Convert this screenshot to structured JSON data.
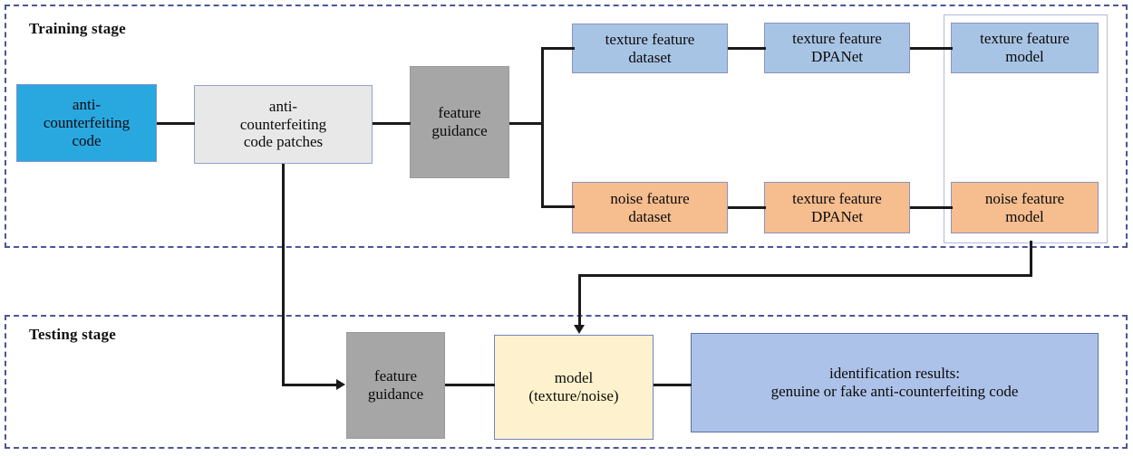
{
  "diagram": {
    "title_semantics": "two-stage anti-counterfeiting code identification pipeline",
    "stages": [
      {
        "id": "training",
        "label": "Training stage"
      },
      {
        "id": "testing",
        "label": "Testing stage"
      }
    ]
  },
  "training": {
    "label": "Training stage",
    "nodes": {
      "anti_code": {
        "text": "anti-\ncounterfeiting\ncode",
        "color": "#29a8e0"
      },
      "code_patches": {
        "text": "anti-\ncounterfeiting\ncode patches",
        "color": "#e8e8e8"
      },
      "feature_guidance": {
        "text": "feature\nguidance",
        "color": "#a6a6a6"
      },
      "texture_dataset": {
        "text": "texture feature\ndataset",
        "color": "#a8c4e5"
      },
      "texture_dpanet": {
        "text": "texture feature\nDPANet",
        "color": "#a8c4e5"
      },
      "texture_model": {
        "text": "texture feature\nmodel",
        "color": "#a8c4e5"
      },
      "noise_dataset": {
        "text": "noise feature\ndataset",
        "color": "#f6bd8f"
      },
      "noise_dpanet": {
        "text": "texture feature\nDPANet",
        "color": "#f6bd8f"
      },
      "noise_model": {
        "text": "noise feature\nmodel",
        "color": "#f6bd8f"
      }
    }
  },
  "testing": {
    "label": "Testing stage",
    "nodes": {
      "feature_guidance": {
        "text": "feature\nguidance",
        "color": "#a6a6a6"
      },
      "model": {
        "text": "model\n(texture/noise)",
        "color": "#fdf2cd"
      },
      "identification": {
        "text": "identification results:\ngenuine or fake anti-counterfeiting code",
        "color": "#adc2e8"
      }
    }
  },
  "colors": {
    "stage_border": "#4a5699",
    "connector": "#1a1a1a",
    "group_outline": "#b6badb"
  }
}
